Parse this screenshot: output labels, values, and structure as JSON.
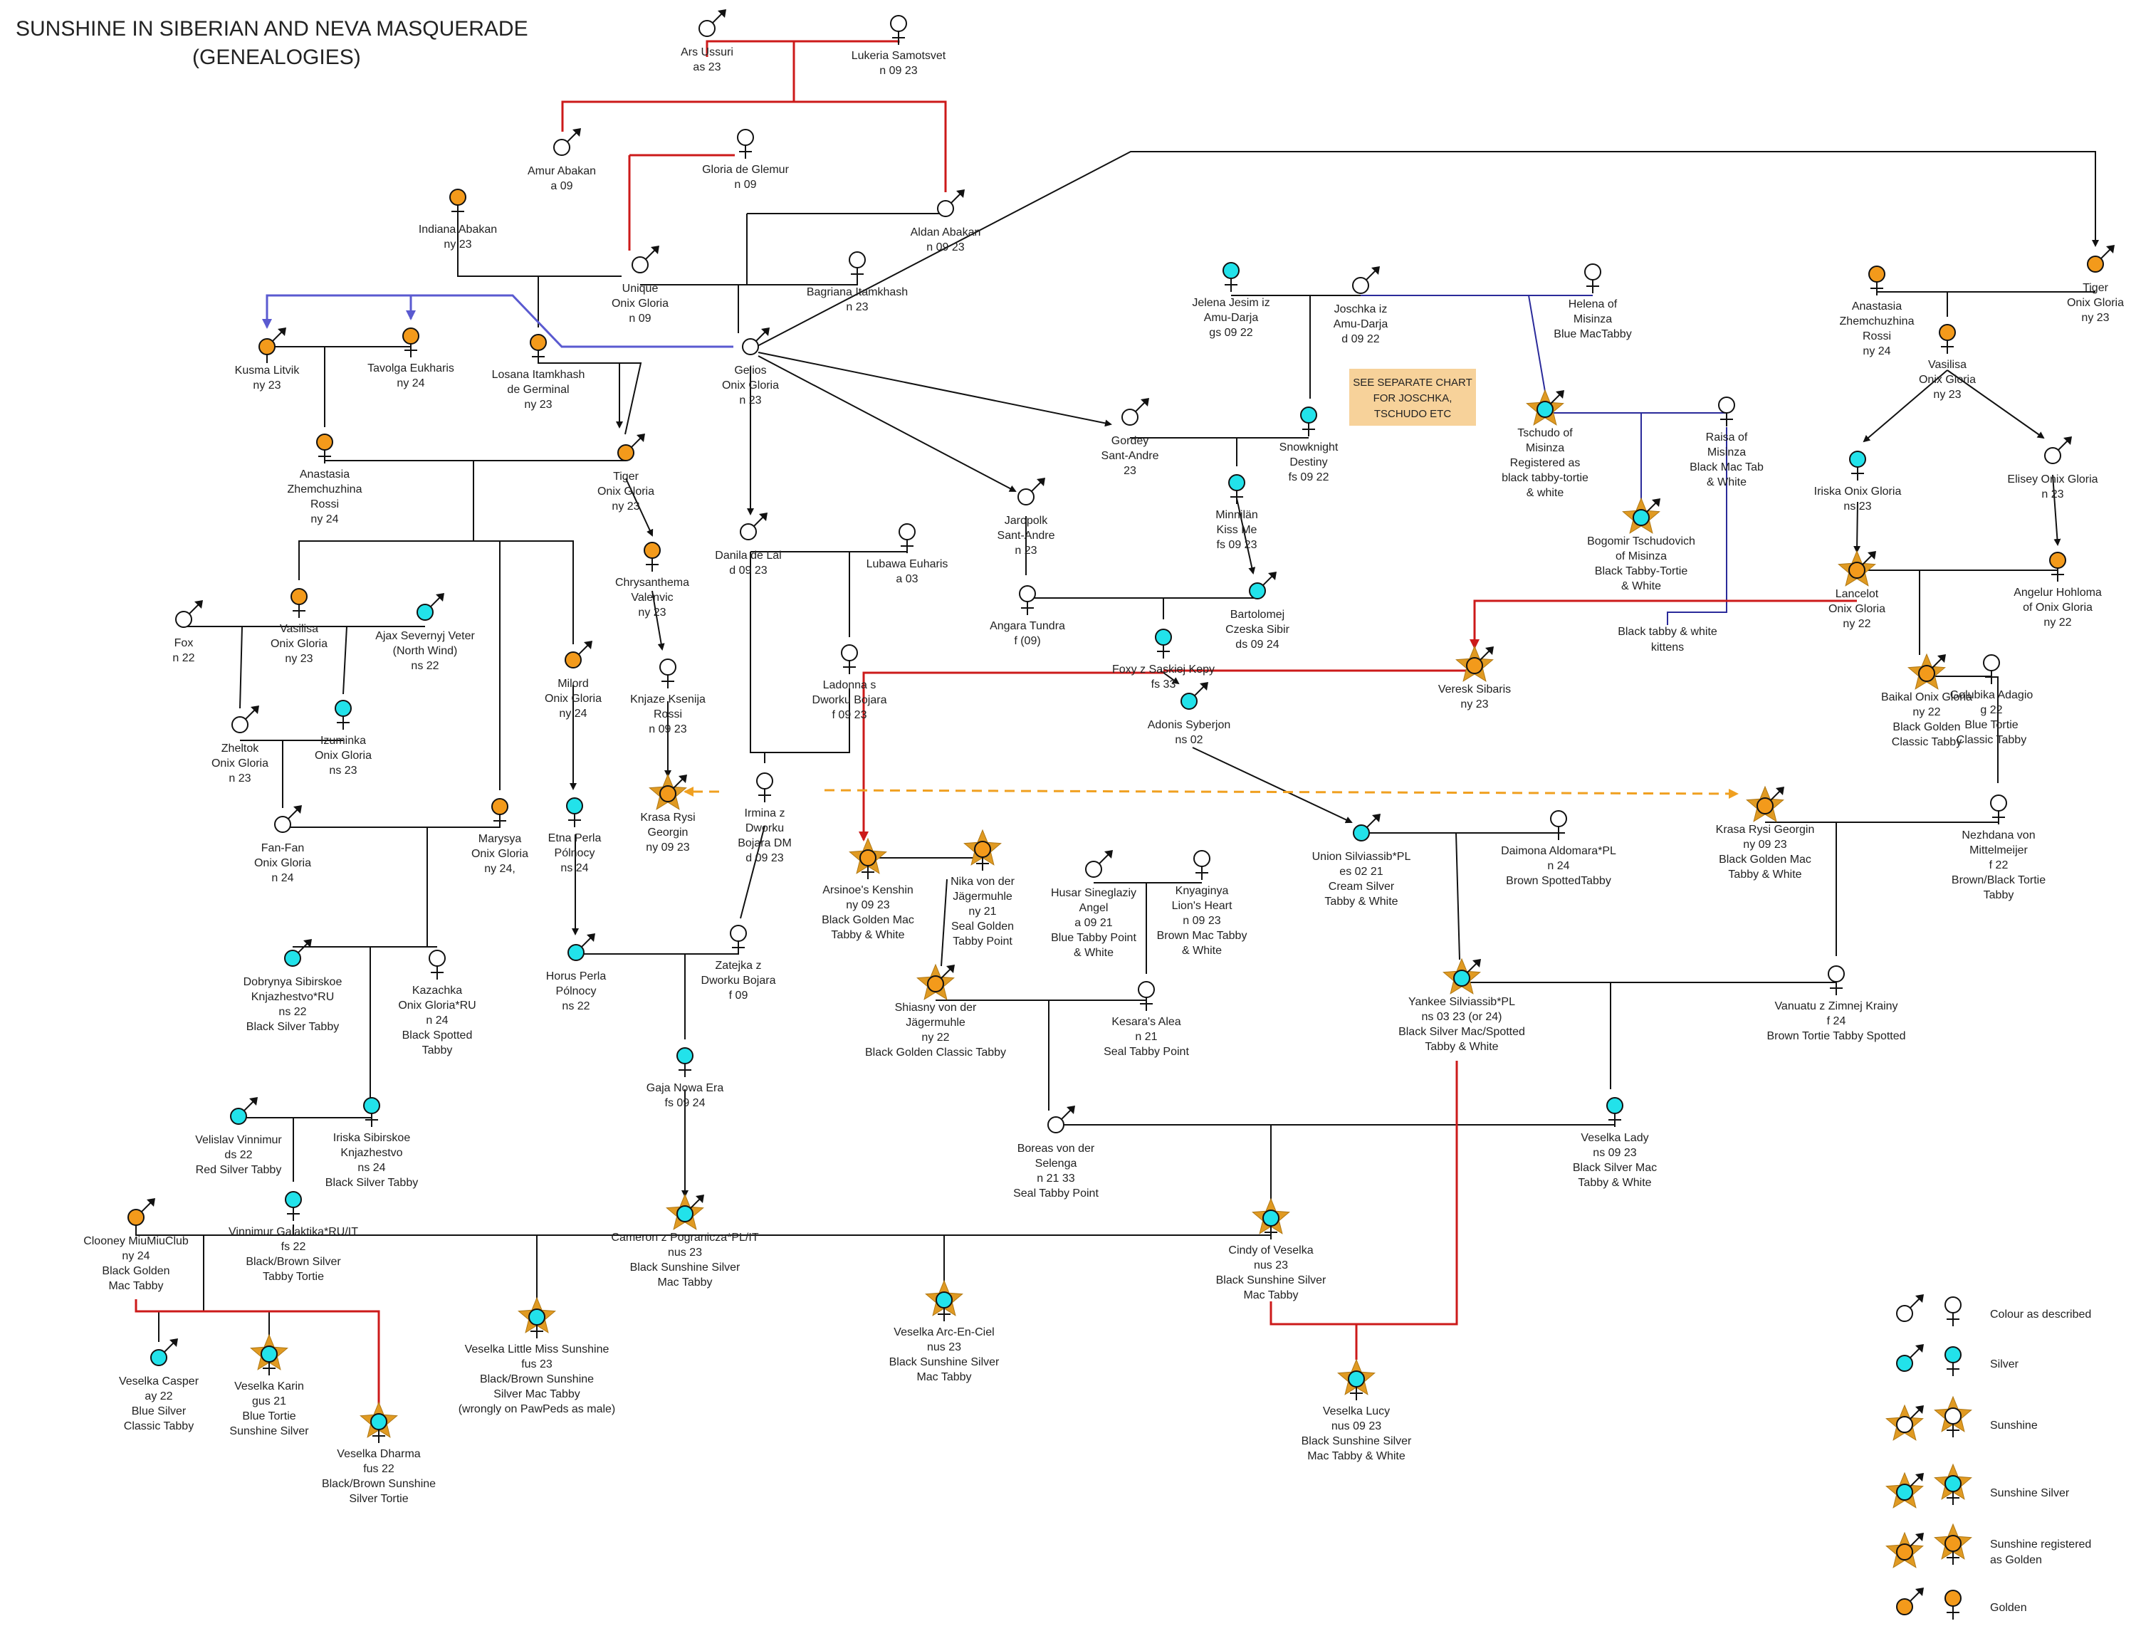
{
  "title": {
    "line1": "SUNSHINE IN SIBERIAN AND NEVA MASQUERADE",
    "line2": "(GENEALOGIES)"
  },
  "note": {
    "lines": [
      "SEE SEPARATE CHART",
      "FOR JOSCHKA,",
      "TSCHUDO ETC"
    ]
  },
  "annotation": {
    "lines": [
      "Black tabby & white",
      "kittens"
    ]
  },
  "colors": {
    "plain": "#ffffff",
    "silver": "#22e2ea",
    "golden": "#f39a1b",
    "star": "#e09a22",
    "red_line": "#cc1a1a",
    "blue_line": "#2a2a9a",
    "purple_line": "#5a5ad0",
    "dashed_line": "#f0a020",
    "note_bg": "#f7d29a"
  },
  "cats": [
    {
      "id": "ars",
      "sex": "m",
      "color": "plain",
      "star": false,
      "lines": [
        "Ars Ussuri",
        "as 23"
      ]
    },
    {
      "id": "lukeria",
      "sex": "f",
      "color": "plain",
      "star": false,
      "lines": [
        "Lukeria Samotsvet",
        "n 09 23"
      ]
    },
    {
      "id": "amur",
      "sex": "m",
      "color": "plain",
      "star": false,
      "lines": [
        "Amur Abakan",
        "a 09"
      ]
    },
    {
      "id": "gloria",
      "sex": "f",
      "color": "plain",
      "star": false,
      "lines": [
        "Gloria de Glemur",
        "n 09"
      ]
    },
    {
      "id": "aldan",
      "sex": "m",
      "color": "plain",
      "star": false,
      "lines": [
        "Aldan Abakan",
        "n 09 23"
      ]
    },
    {
      "id": "indiana",
      "sex": "f",
      "color": "golden",
      "star": false,
      "lines": [
        "Indiana Abakan",
        "ny 23"
      ]
    },
    {
      "id": "unique",
      "sex": "m",
      "color": "plain",
      "star": false,
      "lines": [
        "Unique",
        "Onix Gloria",
        "n 09"
      ]
    },
    {
      "id": "bagriana",
      "sex": "f",
      "color": "plain",
      "star": false,
      "lines": [
        "Bagriana Itamkhash",
        "n 23"
      ]
    },
    {
      "id": "kusma",
      "sex": "m",
      "color": "golden",
      "star": false,
      "lines": [
        "Kusma Litvik",
        "ny 23"
      ]
    },
    {
      "id": "tavolga",
      "sex": "f",
      "color": "golden",
      "star": false,
      "lines": [
        "Tavolga Eukharis",
        "ny 24"
      ]
    },
    {
      "id": "losana",
      "sex": "f",
      "color": "golden",
      "star": false,
      "lines": [
        "Losana Itamkhash",
        "de Germinal",
        "ny 23"
      ]
    },
    {
      "id": "gelios",
      "sex": "m",
      "color": "plain",
      "star": false,
      "lines": [
        "Gelios",
        "Onix Gloria",
        "n 23"
      ]
    },
    {
      "id": "anastasia1",
      "sex": "f",
      "color": "golden",
      "star": false,
      "lines": [
        "Anastasia",
        "Zhemchuzhina",
        "Rossi",
        "ny 24"
      ]
    },
    {
      "id": "tiger1",
      "sex": "m",
      "color": "golden",
      "star": false,
      "lines": [
        "Tiger",
        "Onix Gloria",
        "ny 23"
      ]
    },
    {
      "id": "fox",
      "sex": "m",
      "color": "plain",
      "star": false,
      "lines": [
        "Fox",
        "n 22"
      ]
    },
    {
      "id": "vasilisa1",
      "sex": "f",
      "color": "golden",
      "star": false,
      "lines": [
        "Vasilisa",
        "Onix Gloria",
        "ny 23"
      ]
    },
    {
      "id": "ajax",
      "sex": "m",
      "color": "silver",
      "star": false,
      "lines": [
        "Ajax Severnyj Veter",
        "(North Wind)",
        "ns 22"
      ]
    },
    {
      "id": "zheltok",
      "sex": "m",
      "color": "plain",
      "star": false,
      "lines": [
        "Zheltok",
        "Onix Gloria",
        "n 23"
      ]
    },
    {
      "id": "izuminka",
      "sex": "f",
      "color": "silver",
      "star": false,
      "lines": [
        "Izuminka",
        "Onix Gloria",
        "ns 23"
      ]
    },
    {
      "id": "fanfan",
      "sex": "m",
      "color": "plain",
      "star": false,
      "lines": [
        "Fan-Fan",
        "Onix Gloria",
        "n 24"
      ]
    },
    {
      "id": "marysya",
      "sex": "f",
      "color": "golden",
      "star": false,
      "lines": [
        "Marysya",
        "Onix Gloria",
        "ny 24,"
      ]
    },
    {
      "id": "milord",
      "sex": "m",
      "color": "golden",
      "star": false,
      "lines": [
        "Milord",
        "Onix Gloria",
        "ny 24"
      ]
    },
    {
      "id": "chrysanthema",
      "sex": "f",
      "color": "golden",
      "star": false,
      "lines": [
        "Chrysanthema",
        "Valenvic",
        "ny 23"
      ]
    },
    {
      "id": "knjaze",
      "sex": "f",
      "color": "plain",
      "star": false,
      "lines": [
        "Knjaze Ksenija",
        "Rossi",
        "n 09 23"
      ]
    },
    {
      "id": "krasa1",
      "sex": "m",
      "color": "golden",
      "star": true,
      "lines": [
        "Krasa Rysi",
        "Georgin",
        "ny 09 23"
      ]
    },
    {
      "id": "danila",
      "sex": "m",
      "color": "plain",
      "star": false,
      "lines": [
        "Danila de Lal",
        "d 09 23"
      ]
    },
    {
      "id": "lubawa",
      "sex": "f",
      "color": "plain",
      "star": false,
      "lines": [
        "Lubawa Euharis",
        "a 03"
      ]
    },
    {
      "id": "ladonna",
      "sex": "f",
      "color": "plain",
      "star": false,
      "lines": [
        "Ladonna s",
        "Dworku Bojara",
        "f 09 23"
      ]
    },
    {
      "id": "irmina",
      "sex": "f",
      "color": "plain",
      "star": false,
      "lines": [
        "Irmina z",
        "Dworku",
        "Bojara DM",
        "d 09 23"
      ]
    },
    {
      "id": "etna",
      "sex": "f",
      "color": "silver",
      "star": false,
      "lines": [
        "Etna Perla",
        "Pólnocy",
        "ns 24"
      ]
    },
    {
      "id": "horus",
      "sex": "m",
      "color": "silver",
      "star": false,
      "lines": [
        "Horus Perla",
        "Pólnocy",
        "ns 22"
      ]
    },
    {
      "id": "zatejka",
      "sex": "f",
      "color": "plain",
      "star": false,
      "lines": [
        "Zatejka z",
        "Dworku Bojara",
        "f 09"
      ]
    },
    {
      "id": "dobrynya",
      "sex": "m",
      "color": "silver",
      "star": false,
      "lines": [
        "Dobrynya Sibirskoe",
        "Knjazhestvo*RU",
        "ns 22",
        "Black Silver Tabby"
      ]
    },
    {
      "id": "kazachka",
      "sex": "f",
      "color": "plain",
      "star": false,
      "lines": [
        "Kazachka",
        "Onix Gloria*RU",
        "n 24",
        "Black Spotted",
        "Tabby"
      ]
    },
    {
      "id": "gaja",
      "sex": "f",
      "color": "silver",
      "star": false,
      "lines": [
        "Gaja Nowa Era",
        "fs 09 24"
      ]
    },
    {
      "id": "velislav",
      "sex": "m",
      "color": "silver",
      "star": false,
      "lines": [
        "Velislav Vinnimur",
        "ds 22",
        "Red Silver Tabby"
      ]
    },
    {
      "id": "iriska1",
      "sex": "f",
      "color": "silver",
      "star": false,
      "lines": [
        "Iriska Sibirskoe",
        "Knjazhestvo",
        "ns 24",
        "Black Silver Tabby"
      ]
    },
    {
      "id": "clooney",
      "sex": "m",
      "color": "golden",
      "star": false,
      "lines": [
        "Clooney MiuMiuClub",
        "ny 24",
        "Black Golden",
        "Mac Tabby"
      ]
    },
    {
      "id": "vinnimur",
      "sex": "f",
      "color": "silver",
      "star": false,
      "lines": [
        "Vinnimur Galaktika*RU/IT",
        "fs 22",
        "Black/Brown Silver",
        "Tabby Tortie"
      ]
    },
    {
      "id": "cameron",
      "sex": "m",
      "color": "silver",
      "star": true,
      "lines": [
        "Cameron z Pogranicza*PL/IT",
        "nus 23",
        "Black Sunshine Silver",
        "Mac Tabby"
      ]
    },
    {
      "id": "casper",
      "sex": "m",
      "color": "silver",
      "star": false,
      "lines": [
        "Veselka Casper",
        "ay 22",
        "Blue Silver",
        "Classic Tabby"
      ]
    },
    {
      "id": "karin",
      "sex": "f",
      "color": "silver",
      "star": true,
      "lines": [
        "Veselka Karin",
        "gus 21",
        "Blue Tortie",
        "Sunshine Silver"
      ]
    },
    {
      "id": "dharma",
      "sex": "f",
      "color": "silver",
      "star": true,
      "lines": [
        "Veselka Dharma",
        "fus 22",
        "Black/Brown Sunshine",
        "Silver Tortie"
      ]
    },
    {
      "id": "littlemiss",
      "sex": "f",
      "color": "silver",
      "star": true,
      "lines": [
        "Veselka Little Miss Sunshine",
        "fus 23",
        "Black/Brown Sunshine",
        "Silver Mac Tabby",
        "(wrongly on PawPeds as male)"
      ]
    },
    {
      "id": "arcenciel",
      "sex": "f",
      "color": "silver",
      "star": true,
      "lines": [
        "Veselka Arc-En-Ciel",
        "nus 23",
        "Black Sunshine Silver",
        "Mac Tabby"
      ]
    },
    {
      "id": "cindy",
      "sex": "f",
      "color": "silver",
      "star": true,
      "lines": [
        "Cindy of Veselka",
        "nus 23",
        "Black Sunshine Silver",
        "Mac Tabby"
      ]
    },
    {
      "id": "lucy",
      "sex": "f",
      "color": "silver",
      "star": true,
      "lines": [
        "Veselka Lucy",
        "nus 09 23",
        "Black Sunshine Silver",
        "Mac Tabby & White"
      ]
    },
    {
      "id": "jelena",
      "sex": "f",
      "color": "silver",
      "star": false,
      "lines": [
        "Jelena Jesim iz",
        "Amu-Darja",
        "gs 09 22"
      ]
    },
    {
      "id": "joschka",
      "sex": "m",
      "color": "plain",
      "star": false,
      "lines": [
        "Joschka iz",
        "Amu-Darja",
        "d 09 22"
      ]
    },
    {
      "id": "helena",
      "sex": "f",
      "color": "plain",
      "star": false,
      "lines": [
        "Helena of",
        "Misinza",
        "Blue MacTabby"
      ]
    },
    {
      "id": "gordey",
      "sex": "m",
      "color": "plain",
      "star": false,
      "lines": [
        "Gordey",
        "Sant-Andre",
        "23"
      ]
    },
    {
      "id": "snowknight",
      "sex": "f",
      "color": "silver",
      "star": false,
      "lines": [
        "Snowknight",
        "Destiny",
        "fs 09 22"
      ]
    },
    {
      "id": "tschudo",
      "sex": "m",
      "color": "silver",
      "star": true,
      "lines": [
        "Tschudo of",
        "Misinza",
        "Registered as",
        "black tabby-tortie",
        "& white"
      ]
    },
    {
      "id": "raisa",
      "sex": "f",
      "color": "plain",
      "star": false,
      "lines": [
        "Raisa of",
        "Misinza",
        "Black Mac Tab",
        "& White"
      ]
    },
    {
      "id": "minnilan",
      "sex": "f",
      "color": "silver",
      "star": false,
      "lines": [
        "Minnilän",
        "Kiss Me",
        "fs 09 23"
      ]
    },
    {
      "id": "jaropolk",
      "sex": "m",
      "color": "plain",
      "star": false,
      "lines": [
        "Jaropolk",
        "Sant-Andre",
        "n 23"
      ]
    },
    {
      "id": "bogomir",
      "sex": "m",
      "color": "silver",
      "star": true,
      "lines": [
        "Bogomir Tschudovich",
        "of Misinza",
        "Black Tabby-Tortie",
        "& White"
      ]
    },
    {
      "id": "angara",
      "sex": "f",
      "color": "plain",
      "star": false,
      "lines": [
        "Angara Tundra",
        "f (09)"
      ]
    },
    {
      "id": "bartolomej",
      "sex": "m",
      "color": "silver",
      "star": false,
      "lines": [
        "Bartolomej",
        "Czeska Sibir",
        "ds 09 24"
      ]
    },
    {
      "id": "foxy",
      "sex": "f",
      "color": "silver",
      "star": false,
      "lines": [
        "Foxy z Saskiej Kepy",
        "fs 33"
      ]
    },
    {
      "id": "veresk",
      "sex": "m",
      "color": "golden",
      "star": true,
      "lines": [
        "Veresk Sibaris",
        "ny 23"
      ]
    },
    {
      "id": "adonis",
      "sex": "m",
      "color": "silver",
      "star": false,
      "lines": [
        "Adonis Syberjon",
        "ns 02"
      ]
    },
    {
      "id": "arsinoe",
      "sex": "f",
      "color": "golden",
      "star": true,
      "lines": [
        "Arsinoe's Kenshin",
        "ny 09 23",
        "Black Golden Mac",
        "Tabby & White"
      ]
    },
    {
      "id": "nika",
      "sex": "f",
      "color": "golden",
      "star": true,
      "lines": [
        "Nika von der",
        "Jägermuhle",
        "ny 21",
        "Seal Golden",
        "Tabby Point"
      ]
    },
    {
      "id": "husar",
      "sex": "m",
      "color": "plain",
      "star": false,
      "lines": [
        "Husar Sineglaziy",
        "Angel",
        "a 09 21",
        "Blue Tabby Point",
        "& White"
      ]
    },
    {
      "id": "knyaginya",
      "sex": "f",
      "color": "plain",
      "star": false,
      "lines": [
        "Knyaginya",
        "Lion's Heart",
        "n 09  23",
        "Brown Mac Tabby",
        "& White"
      ]
    },
    {
      "id": "union",
      "sex": "m",
      "color": "silver",
      "star": false,
      "lines": [
        "Union Silviassib*PL",
        "es 02 21",
        "Cream Silver",
        "Tabby & White"
      ]
    },
    {
      "id": "daimona",
      "sex": "f",
      "color": "plain",
      "star": false,
      "lines": [
        "Daimona Aldomara*PL",
        "n 24",
        "Brown SpottedTabby"
      ]
    },
    {
      "id": "shiasny",
      "sex": "m",
      "color": "golden",
      "star": true,
      "lines": [
        "Shiasny von der",
        "Jägermuhle",
        "ny 22",
        "Black Golden Classic Tabby"
      ]
    },
    {
      "id": "kesara",
      "sex": "f",
      "color": "plain",
      "star": false,
      "lines": [
        "Kesara's Alea",
        "n 21",
        "Seal Tabby Point"
      ]
    },
    {
      "id": "yankee",
      "sex": "m",
      "color": "silver",
      "star": true,
      "lines": [
        "Yankee Silviassib*PL",
        "ns 03 23  (or 24)",
        "Black Silver Mac/Spotted",
        "Tabby & White"
      ]
    },
    {
      "id": "vanuatu",
      "sex": "f",
      "color": "plain",
      "star": false,
      "lines": [
        "Vanuatu z Zimnej Krainy",
        "f 24",
        "Brown Tortie Tabby Spotted"
      ]
    },
    {
      "id": "boreas",
      "sex": "m",
      "color": "plain",
      "star": false,
      "lines": [
        "Boreas von der",
        "Selenga",
        "n 21 33",
        "Seal Tabby Point"
      ]
    },
    {
      "id": "veselkalady",
      "sex": "f",
      "color": "silver",
      "star": false,
      "lines": [
        "Veselka Lady",
        "ns 09 23",
        "Black Silver Mac",
        "Tabby  & White"
      ]
    },
    {
      "id": "anastasia2",
      "sex": "f",
      "color": "golden",
      "star": false,
      "lines": [
        "Anastasia",
        "Zhemchuzhina",
        "Rossi",
        "ny 24"
      ]
    },
    {
      "id": "tiger2",
      "sex": "m",
      "color": "golden",
      "star": false,
      "lines": [
        "Tiger",
        "Onix Gloria",
        "ny 23"
      ]
    },
    {
      "id": "vasilisa2",
      "sex": "f",
      "color": "golden",
      "star": false,
      "lines": [
        "Vasilisa",
        "Onix Gloria",
        "ny 23"
      ]
    },
    {
      "id": "iriska2",
      "sex": "f",
      "color": "silver",
      "star": false,
      "lines": [
        "Iriska Onix Gloria",
        "ns 23"
      ]
    },
    {
      "id": "elisey",
      "sex": "m",
      "color": "plain",
      "star": false,
      "lines": [
        "Elisey Onix Gloria",
        "n 23"
      ]
    },
    {
      "id": "lancelot",
      "sex": "m",
      "color": "golden",
      "star": true,
      "lines": [
        "Lancelot",
        "Onix Gloria",
        "ny 22"
      ]
    },
    {
      "id": "angelur",
      "sex": "f",
      "color": "golden",
      "star": false,
      "lines": [
        "Angelur Hohloma",
        "of Onix Gloria",
        "ny 22"
      ]
    },
    {
      "id": "baikal",
      "sex": "m",
      "color": "golden",
      "star": true,
      "lines": [
        "Baikal Onix Gloria",
        "ny 22",
        "Black Golden",
        "Classic Tabby"
      ]
    },
    {
      "id": "golubika",
      "sex": "f",
      "color": "plain",
      "star": false,
      "lines": [
        "Golubika Adagio",
        "g 22",
        "Blue Tortie",
        "Classic Tabby"
      ]
    },
    {
      "id": "krasa2",
      "sex": "m",
      "color": "golden",
      "star": true,
      "lines": [
        "Krasa Rysi Georgin",
        "ny 09 23",
        "Black Golden Mac",
        "Tabby & White"
      ]
    },
    {
      "id": "nezhdana",
      "sex": "f",
      "color": "plain",
      "star": false,
      "lines": [
        "Nezhdana von",
        "Mittelmeijer",
        "f 22",
        "Brown/Black Tortie",
        "Tabby"
      ]
    }
  ],
  "legend": [
    {
      "color": "plain",
      "star": false,
      "label": "Colour as described"
    },
    {
      "color": "silver",
      "star": false,
      "label": "Silver"
    },
    {
      "color": "plain",
      "star": true,
      "label": "Sunshine"
    },
    {
      "color": "silver",
      "star": true,
      "label": "Sunshine Silver"
    },
    {
      "color": "golden",
      "star": true,
      "label": [
        "Sunshine registered",
        "as Golden"
      ]
    },
    {
      "color": "golden",
      "star": false,
      "label": "Golden"
    }
  ]
}
